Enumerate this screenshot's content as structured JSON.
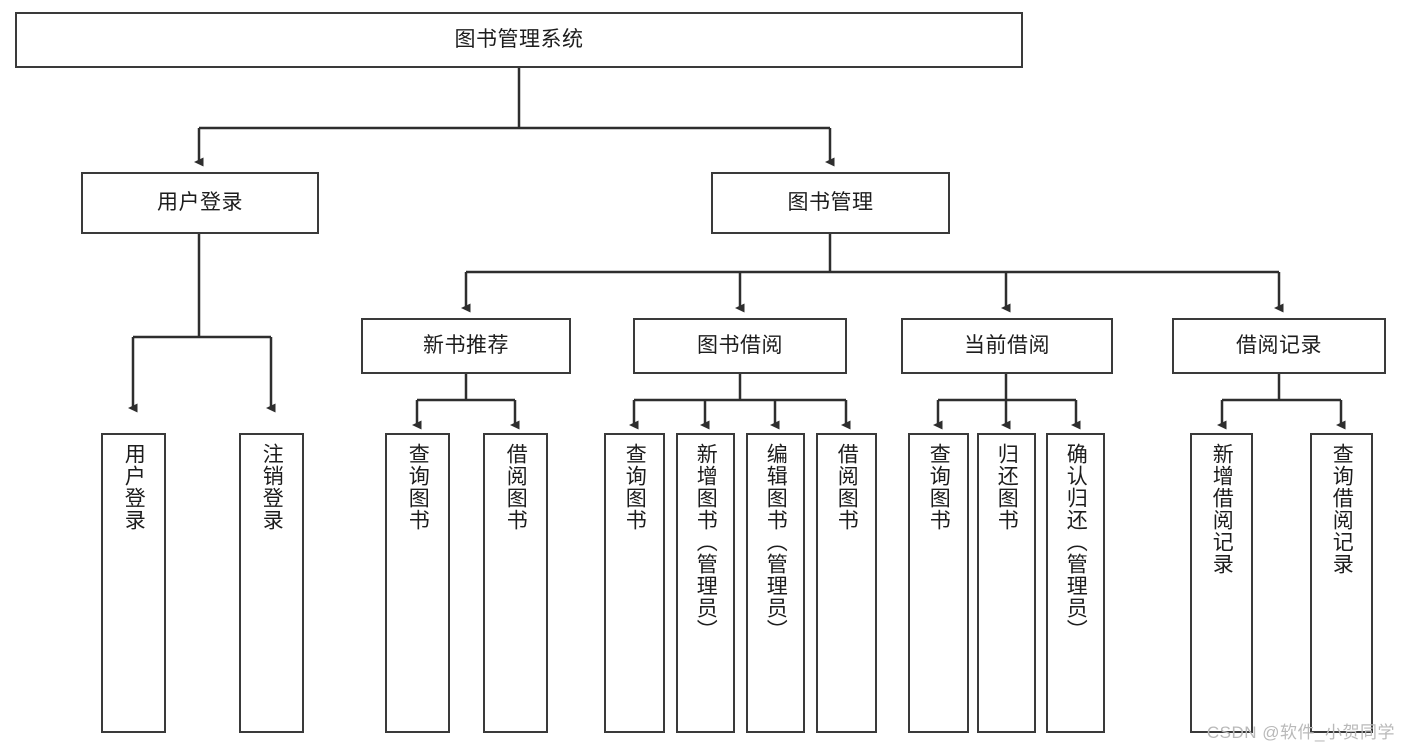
{
  "diagram": {
    "title": "图书管理系统",
    "type": "tree-hierarchy-chart",
    "background_color": "#ffffff",
    "border_color": "#3a3a3a",
    "text_color": "#1d1d1d"
  },
  "root": {
    "label": "图书管理系统"
  },
  "level1": [
    {
      "label": "用户登录"
    },
    {
      "label": "图书管理"
    }
  ],
  "level2": [
    {
      "label": "新书推荐"
    },
    {
      "label": "图书借阅"
    },
    {
      "label": "当前借阅"
    },
    {
      "label": "借阅记录"
    }
  ],
  "leaves": {
    "user_login": [
      {
        "label": "用户登录"
      },
      {
        "label": "注销登录"
      }
    ],
    "new_book_recommend": [
      {
        "label": "查询图书"
      },
      {
        "label": "借阅图书"
      }
    ],
    "book_borrow": [
      {
        "label": "查询图书"
      },
      {
        "label": "新增图书（管理员）"
      },
      {
        "label": "编辑图书（管理员）"
      },
      {
        "label": "借阅图书"
      }
    ],
    "current_borrow": [
      {
        "label": "查询图书"
      },
      {
        "label": "归还图书"
      },
      {
        "label": "确认归还（管理员）"
      }
    ],
    "borrow_record": [
      {
        "label": "新增借阅记录"
      },
      {
        "label": "查询借阅记录"
      }
    ]
  },
  "watermark": {
    "text": "CSDN @软件_小贺同学"
  }
}
